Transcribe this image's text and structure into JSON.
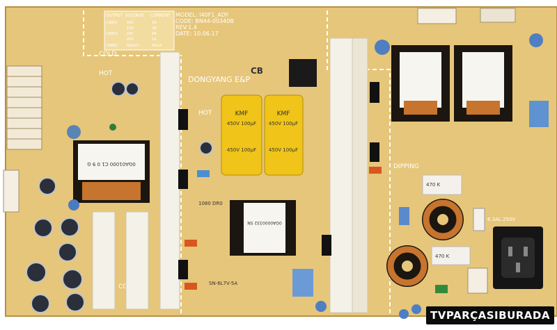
{
  "board": {
    "model": "MODEL: I40F1_ADY",
    "code": "CODE: BN44-00340B",
    "rev": "REV:1.4",
    "date": "DATE: 10.06.17",
    "manufacturer": "DONGYANG E&P",
    "zone_hot": "HOT",
    "zone_cold": "COLD",
    "dipping": "DIPPING",
    "fuse_rating": "6.3AL 250V",
    "transformer_main": "0GA01000 C1 0 9 G",
    "transformer_standby": "0GA0000332 SN",
    "ntc_label": "470 K",
    "bottom_mark": "SN-6L7V-5A",
    "part_stamp": "1080 DR0",
    "cert": "CB"
  },
  "output_table": {
    "headers": [
      "OUTPUT",
      "VOLTAGE",
      "CURRENT"
    ],
    "rows": [
      [
        "CN802",
        "A5V",
        "1A"
      ],
      [
        "",
        "13V",
        "2A"
      ],
      [
        "CN803",
        "24V",
        "4A"
      ],
      [
        "",
        "A5V",
        "1A"
      ],
      [
        "CN802",
        "500mV",
        "40mA"
      ]
    ]
  },
  "capacitors": [
    {
      "brand": "KMF",
      "rating": "450V 100µF"
    },
    {
      "brand": "KMF",
      "rating": "450V 100µF"
    }
  ],
  "watermark": {
    "text": "TVPARÇASIBURADA"
  },
  "colors": {
    "pcb": "#e6c67a",
    "pcb_dark": "#caa656",
    "heatsink": "#f4f1e8",
    "capacitor": "#f0c418",
    "ferrite": "#1c1610",
    "copper": "#c7742e",
    "outline": "#ffffff"
  }
}
